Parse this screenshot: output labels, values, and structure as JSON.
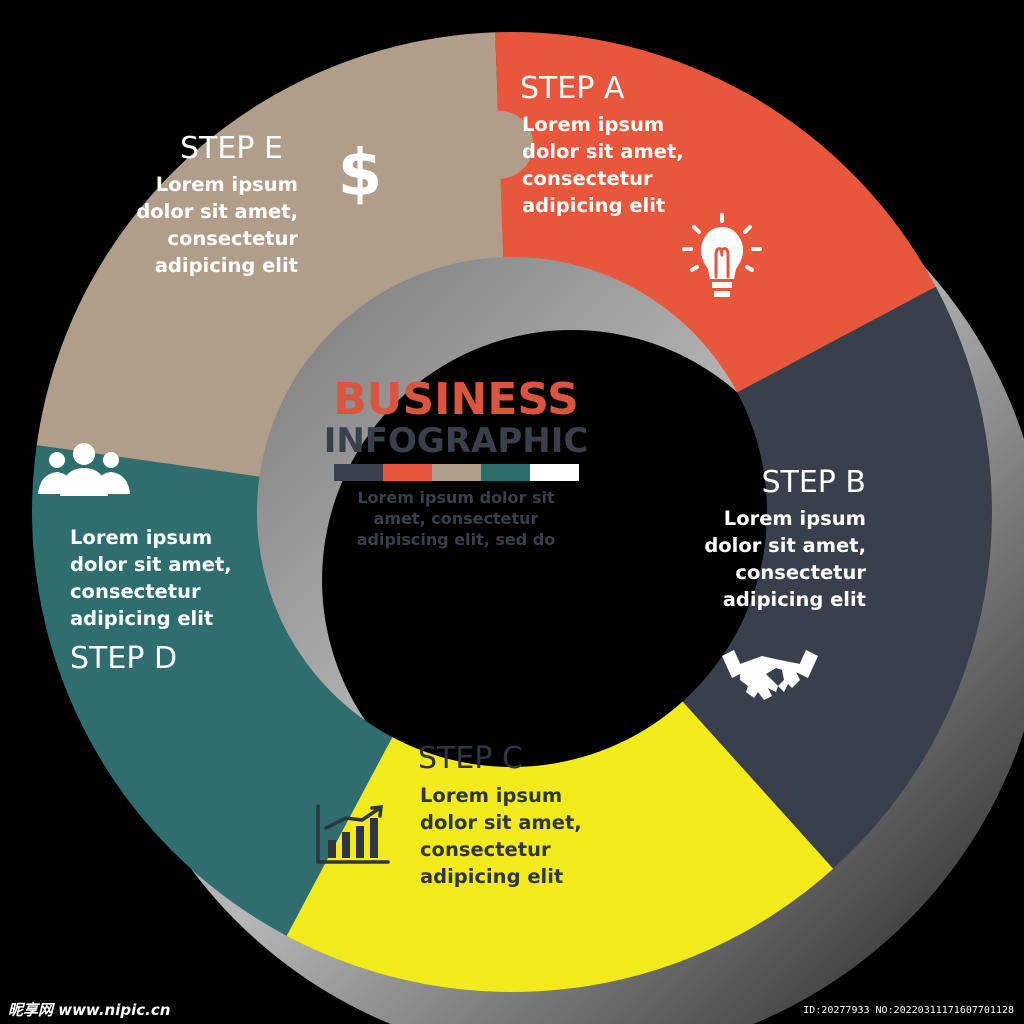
{
  "title": "BUSINESS",
  "subtitle": "INFOGRAPHIC",
  "center_text": [
    "Lorem ipsum dolor sit",
    "amet, consectetur",
    "adipiscing elit, sed do"
  ],
  "color_bar": [
    "#3a3f4c",
    "#e8563b",
    "#b09d8a",
    "#2f6e6e",
    "#ffffff"
  ],
  "steps": [
    {
      "key": "a",
      "title": "STEP A",
      "text": [
        "Lorem ipsum",
        "dolor sit amet,",
        "consectetur",
        "adipicing elit"
      ],
      "color": "#e8563b",
      "icon": "lightbulb-icon"
    },
    {
      "key": "b",
      "title": "STEP B",
      "text": [
        "Lorem ipsum",
        "dolor sit amet,",
        "consectetur",
        "adipicing elit"
      ],
      "color": "#3a3f4c",
      "icon": "handshake-icon"
    },
    {
      "key": "c",
      "title": "STEP C",
      "text": [
        "Lorem ipsum",
        "dolor sit amet,",
        "consectetur",
        "adipicing elit"
      ],
      "color": "#f2ea1a",
      "icon": "bar-chart-icon"
    },
    {
      "key": "d",
      "title": "STEP D",
      "text": [
        "Lorem ipsum",
        "dolor sit amet,",
        "consectetur",
        "adipicing elit"
      ],
      "color": "#2f6e6e",
      "icon": "people-icon"
    },
    {
      "key": "e",
      "title": "STEP E",
      "text": [
        "Lorem ipsum",
        "dolor sit amet,",
        "consectetur",
        "adipicing elit"
      ],
      "color": "#b09d8a",
      "icon": "dollar-icon"
    }
  ],
  "watermark": {
    "left": "昵享网 www.nipic.cn",
    "right": "ID:20277933 NO:20220311171607701128"
  }
}
